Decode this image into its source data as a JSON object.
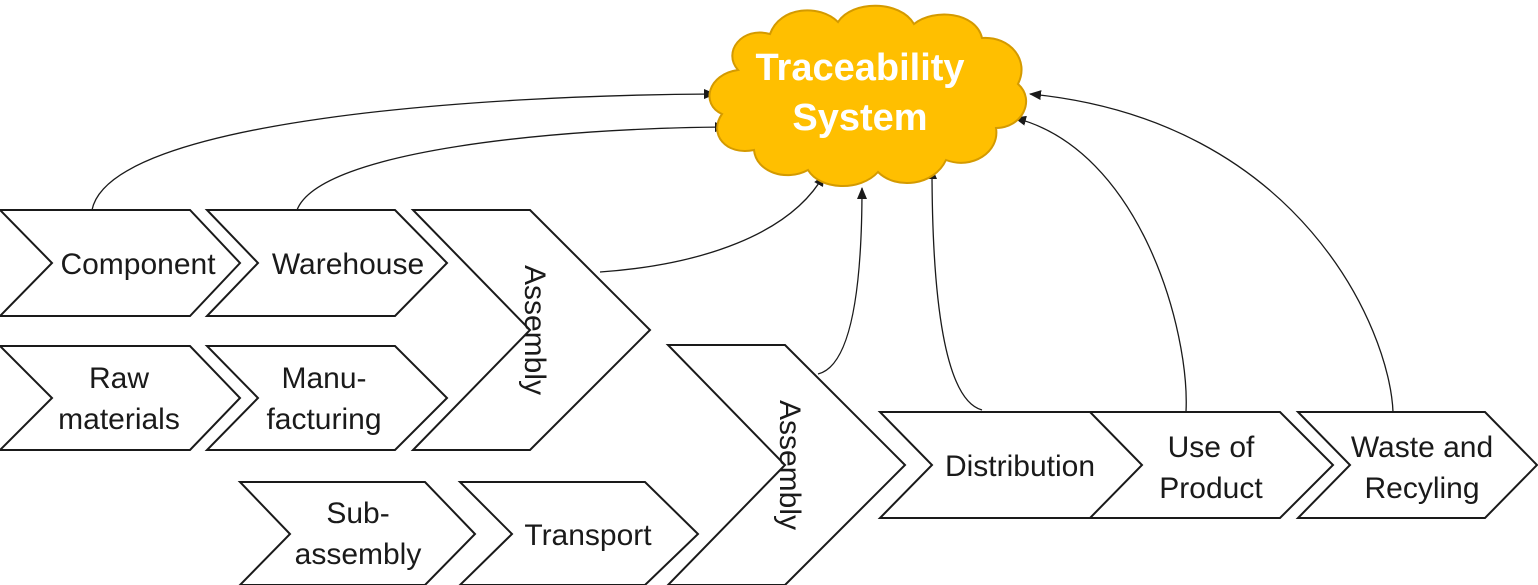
{
  "cloud": {
    "line1": "Traceability",
    "line2": "System"
  },
  "stages": {
    "component": "Component",
    "warehouse": "Warehouse",
    "assembly_1": "Assembly",
    "raw_materials_1": "Raw",
    "raw_materials_2": "materials",
    "manufacturing_1": "Manu-",
    "manufacturing_2": "facturing",
    "subassembly_1": "Sub-",
    "subassembly_2": "assembly",
    "transport": "Transport",
    "assembly_2": "Assembly",
    "distribution": "Distribution",
    "use_of_product_1": "Use of",
    "use_of_product_2": "Product",
    "waste_1": "Waste and",
    "waste_2": "Recyling"
  },
  "colors": {
    "cloud_fill": "#ffbf00",
    "cloud_text": "#ffffff",
    "outline": "#1a1a1a"
  }
}
